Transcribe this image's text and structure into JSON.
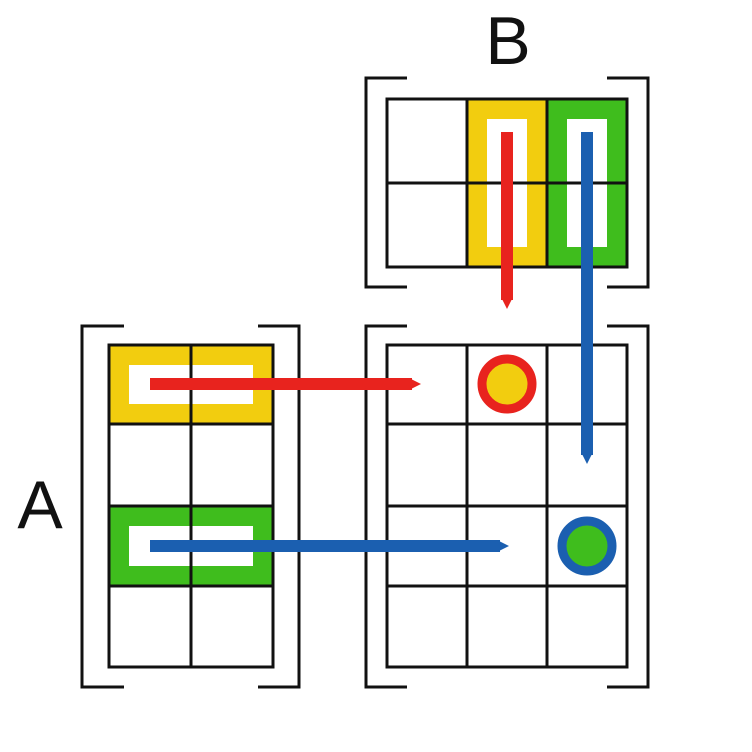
{
  "labels": {
    "matrix_a": "A",
    "matrix_b": "B"
  },
  "matrices": {
    "a": {
      "rows": 4,
      "cols": 2
    },
    "b": {
      "rows": 2,
      "cols": 3
    },
    "c": {
      "rows": 4,
      "cols": 3
    }
  },
  "highlights": {
    "a_rows": [
      {
        "row": 0,
        "color": "#f2cd0f",
        "arrow": "#e8231e"
      },
      {
        "row": 2,
        "color": "#3fbd1d",
        "arrow": "#1b5fb0"
      }
    ],
    "b_cols": [
      {
        "col": 1,
        "color": "#f2cd0f",
        "arrow": "#e8231e"
      },
      {
        "col": 2,
        "color": "#3fbd1d",
        "arrow": "#1b5fb0"
      }
    ],
    "c_cells": [
      {
        "row": 0,
        "col": 1,
        "ring": "#e8231e",
        "fill": "#f2cd0f"
      },
      {
        "row": 2,
        "col": 2,
        "ring": "#1b5fb0",
        "fill": "#3fbd1d"
      }
    ]
  }
}
